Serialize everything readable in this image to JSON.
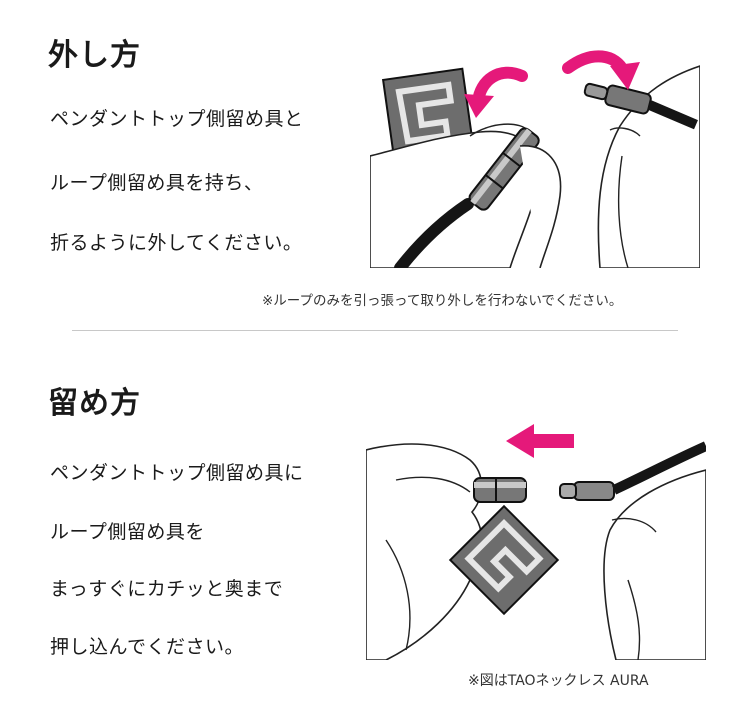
{
  "remove": {
    "title": "外し方",
    "lines": [
      "ペンダントトップ側留め具と",
      "ループ側留め具を持ち、",
      "折るように外してください。"
    ],
    "note": "※ループのみを引っ張って取り外しを行わないでください。"
  },
  "attach": {
    "title": "留め方",
    "lines": [
      "ペンダントトップ側留め具に",
      "ループ側留め具を",
      "まっすぐにカチッと奥まで",
      "押し込んでください。"
    ],
    "note": "※図はTAOネックレス AURA"
  },
  "colors": {
    "accent": "#e5197a",
    "text": "#1a1a1a",
    "divider": "#c8c8c8"
  }
}
